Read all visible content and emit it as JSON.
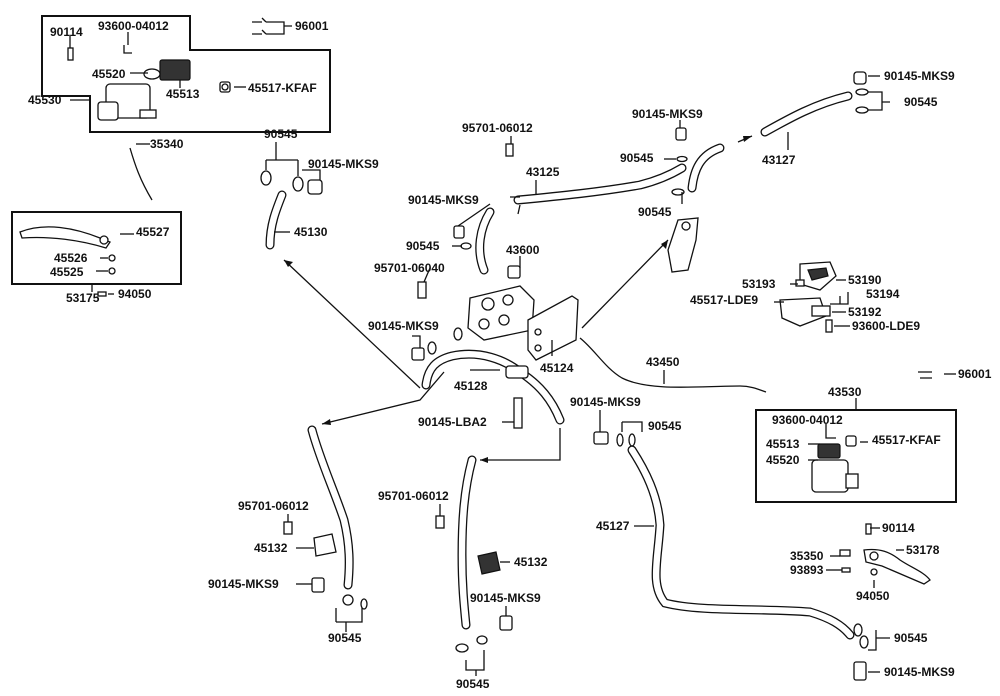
{
  "labels": {
    "l90114a": "90114",
    "l93600_04012a": "93600-04012",
    "l96001a": "96001",
    "l45520a": "45520",
    "l45513a": "45513",
    "l45530": "45530",
    "l45517_kfafa": "45517-KFAF",
    "l90145_mks9_tr": "90145-MKS9",
    "l90545_tr": "90545",
    "l35340": "35340",
    "l95701_06012a": "95701-06012",
    "l90145_mks9_top": "90145-MKS9",
    "l90545_ul": "90545",
    "l90145_mks9_ul": "90145-MKS9",
    "l43125": "43125",
    "l90545_top": "90545",
    "l43127": "43127",
    "l45527": "45527",
    "l45130": "45130",
    "l90145_mks9_c": "90145-MKS9",
    "l90545_c": "90545",
    "l90545_r": "90545",
    "l45526": "45526",
    "l45525": "45525",
    "l95701_06040": "95701-06040",
    "l43600": "43600",
    "l53175": "53175",
    "l94050a": "94050",
    "l53193": "53193",
    "l53190": "53190",
    "l53194": "53194",
    "l45517_lde9": "45517-LDE9",
    "l53192": "53192",
    "l90145_mks9_cl": "90145-MKS9",
    "l93600_lde9": "93600-LDE9",
    "l45124": "45124",
    "l45128": "45128",
    "l43450": "43450",
    "l96001b": "96001",
    "l43530": "43530",
    "l90145_mks9_mr": "90145-MKS9",
    "l90545_mr": "90545",
    "l93600_04012b": "93600-04012",
    "l90145_lba2": "90145-LBA2",
    "l45513b": "45513",
    "l45517_kfafb": "45517-KFAF",
    "l45520b": "45520",
    "l95701_06012b": "95701-06012",
    "l95701_06012c": "95701-06012",
    "l45127": "45127",
    "l90114b": "90114",
    "l45132a": "45132",
    "l35350": "35350",
    "l53178": "53178",
    "l45132b": "45132",
    "l93893": "93893",
    "l90145_mks9_bl": "90145-MKS9",
    "l90145_mks9_bc": "90145-MKS9",
    "l94050b": "94050",
    "l90545_bl": "90545",
    "l90545_br": "90545",
    "l90545_bc": "90545",
    "l90145_mks9_br": "90145-MKS9"
  }
}
